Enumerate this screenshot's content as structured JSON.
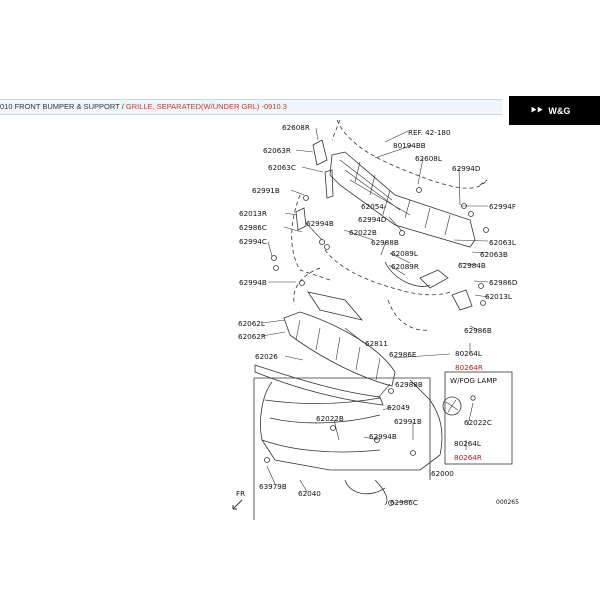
{
  "breadcrumb": {
    "prefix": "010  FRONT BUMPER & SUPPORT / ",
    "highlight": "GRILLE, SEPARATED(W/UNDER GRL)  -0910.3"
  },
  "brand": {
    "logo_text": "W&G",
    "mark_icon": "wg-arrows-icon"
  },
  "diagram": {
    "reference_label": "REF. 42-180",
    "fog_box_title": "W/FOG LAMP",
    "front_arrow": "FR",
    "figure_number": "000265",
    "highlight_color": "#b01e1e",
    "parts": [
      "62608R",
      "62063R",
      "62063C",
      "62991B",
      "62013R",
      "62986C",
      "62994B",
      "62994C",
      "62994B",
      "62062L",
      "62062R",
      "62026",
      "80194BB",
      "62608L",
      "62994D",
      "62054",
      "62994D",
      "62022B",
      "62988B",
      "62089L",
      "62089R",
      "62811",
      "62994F",
      "62063L",
      "62063B",
      "62984B",
      "62986D",
      "62013L",
      "62986B",
      "80264L",
      "80264R",
      "62986E",
      "62988B",
      "62049",
      "62022C",
      "80264L",
      "80264R",
      "62022B",
      "62991B",
      "62994B",
      "62000",
      "63979B",
      "62040",
      "62986C"
    ]
  }
}
